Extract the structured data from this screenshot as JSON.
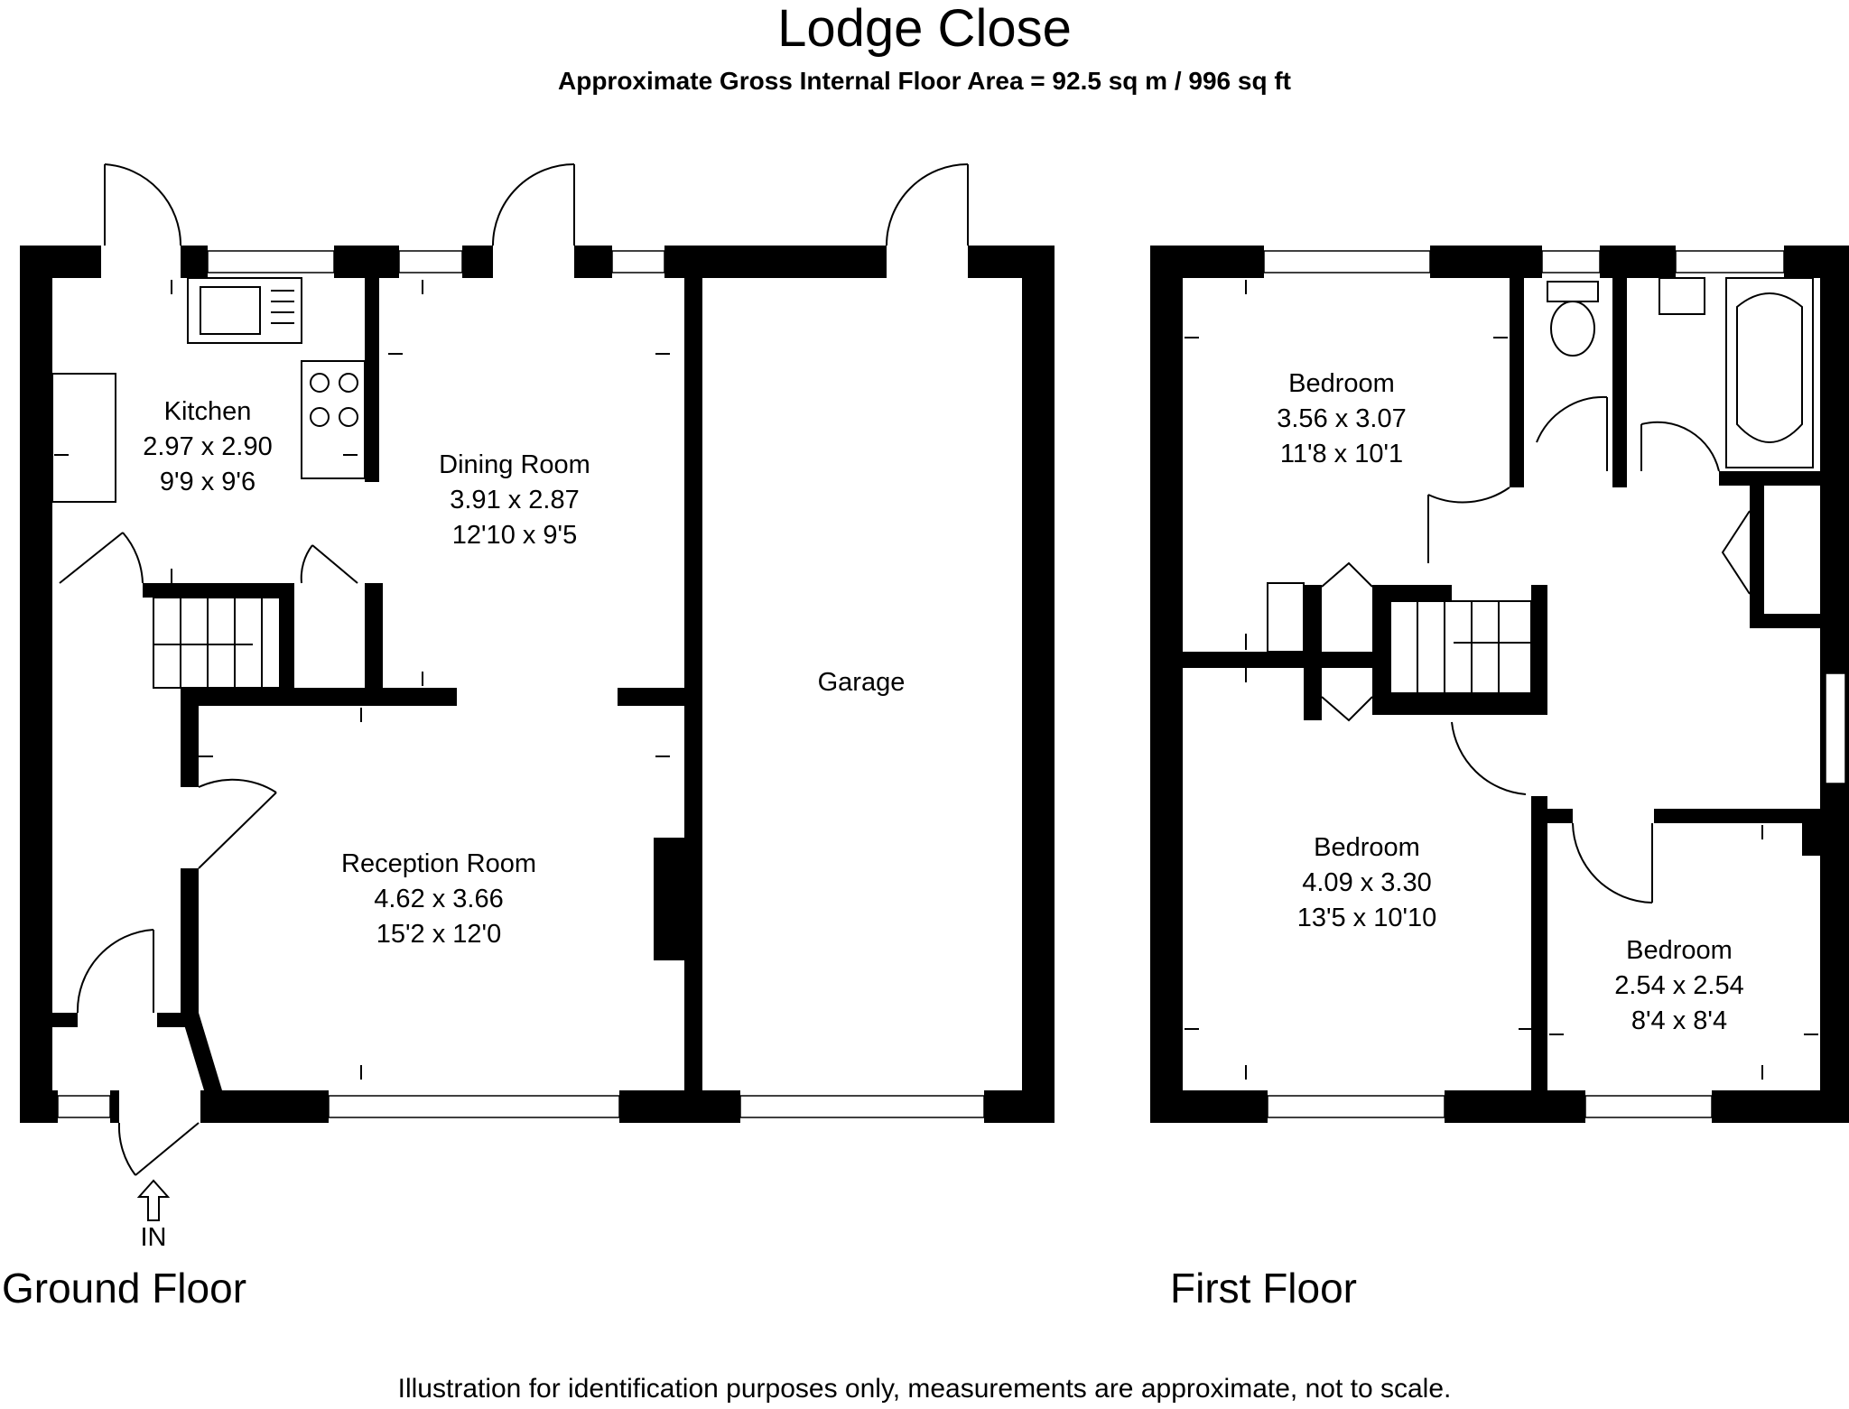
{
  "header": {
    "title": "Lodge Close",
    "subtitle": "Approximate Gross Internal Floor Area  = 92.5 sq m  / 996 sq ft"
  },
  "ground_floor": {
    "label": "Ground Floor",
    "entrance": "IN",
    "rooms": {
      "kitchen": {
        "name": "Kitchen",
        "metric": "2.97 x 2.90",
        "imperial": "9'9 x 9'6"
      },
      "dining": {
        "name": "Dining Room",
        "metric": "3.91 x 2.87",
        "imperial": "12'10 x 9'5"
      },
      "garage": {
        "name": "Garage"
      },
      "reception": {
        "name": "Reception Room",
        "metric": "4.62 x 3.66",
        "imperial": "15'2 x 12'0"
      }
    }
  },
  "first_floor": {
    "label": "First Floor",
    "rooms": {
      "bedroom1": {
        "name": "Bedroom",
        "metric": "3.56 x 3.07",
        "imperial": "11'8 x 10'1"
      },
      "bedroom2": {
        "name": "Bedroom",
        "metric": "4.09 x 3.30",
        "imperial": "13'5 x 10'10"
      },
      "bedroom3": {
        "name": "Bedroom",
        "metric": "2.54 x 2.54",
        "imperial": "8'4 x 8'4"
      }
    }
  },
  "footer": {
    "disclaimer": "Illustration for identification purposes only, measurements are approximate, not to scale."
  }
}
